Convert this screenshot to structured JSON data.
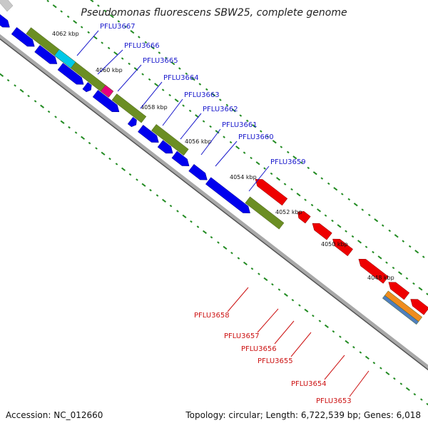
{
  "title": "Pseudomonas fluorescens SBW25, complete genome",
  "accession": "Accession: NC_012660",
  "summary": "Topology: circular; Length: 6,722,539 bp; Genes: 6,018",
  "colors": {
    "forward_gene": "#0000ee",
    "reverse_gene": "#ee0000",
    "feature_bar": "#6b8e23",
    "forward_label": "#1a1acc",
    "reverse_label": "#cc1111",
    "tick": "#228b22"
  },
  "kbp_labels": [
    "4062 kbp",
    "4060 kbp",
    "4058 kbp",
    "4056 kbp",
    "4054 kbp",
    "4052 kbp",
    "4050 kbp",
    "4048 kbp"
  ],
  "forward_genes": [
    "PFLU3667",
    "PFLU3666",
    "PFLU3665",
    "PFLU3664",
    "PFLU3663",
    "PFLU3662",
    "PFLU3661",
    "PFLU3660",
    "PFLU3659"
  ],
  "reverse_genes": [
    "PFLU3658",
    "PFLU3657",
    "PFLU3656",
    "PFLU3655",
    "PFLU3654",
    "PFLU3653"
  ]
}
